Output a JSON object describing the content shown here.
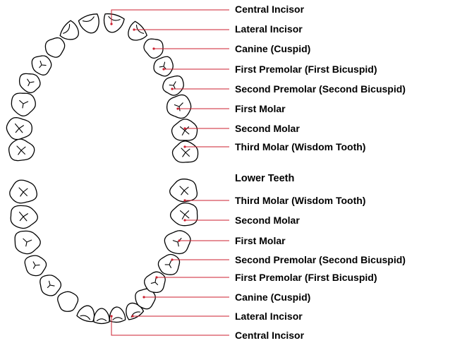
{
  "upper_labels": [
    "Central Incisor",
    "Lateral Incisor",
    "Canine (Cuspid)",
    "First Premolar (First Bicuspid)",
    "Second Premolar (Second Bicuspid)",
    "First Molar",
    "Second Molar",
    "Third Molar (Wisdom Tooth)"
  ],
  "lower_title": "Lower Teeth",
  "lower_labels": [
    "Third Molar (Wisdom Tooth)",
    "Second Molar",
    "First Molar",
    "Second Premolar (Second Bicuspid)",
    "First Premolar (First Bicuspid)",
    "Canine (Cuspid)",
    "Lateral Incisor",
    "Central Incisor"
  ],
  "colors": {
    "leader_line": "#cc1f2f",
    "outline": "#000000",
    "text": "#000000"
  }
}
